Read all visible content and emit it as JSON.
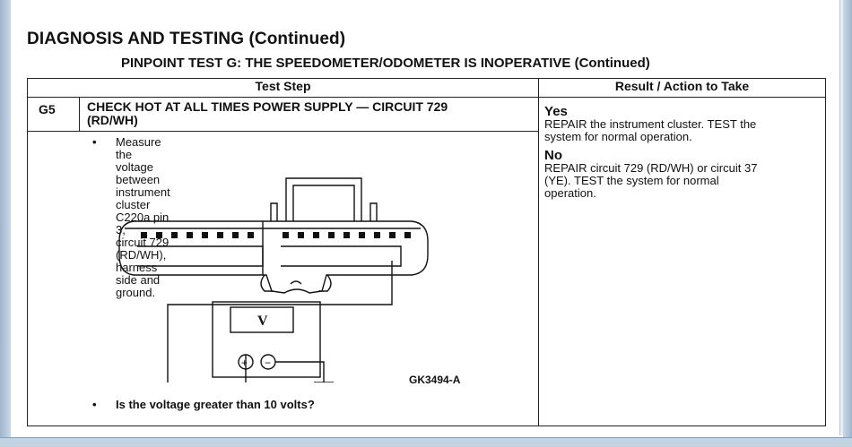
{
  "page": {
    "heading": "DIAGNOSIS AND TESTING (Continued)",
    "subheading": "PINPOINT TEST G: THE SPEEDOMETER/ODOMETER IS INOPERATIVE (Continued)"
  },
  "table": {
    "col_step": "Test Step",
    "col_result": "Result / Action to Take",
    "step_id": "G5",
    "step_title_line1": "CHECK HOT AT ALL TIMES POWER SUPPLY — CIRCUIT 729",
    "step_title_line2": "(RD/WH)",
    "bullet_dot": "•",
    "instruction_line1": "Measure the voltage between instrument cluster C220a pin 3,",
    "instruction_line2": "circuit 729 (RD/WH), harness side and ground.",
    "question": "Is the voltage greater than 10 volts?",
    "figure_id": "GK3494-A",
    "meter_label": "V",
    "meter_plus": "+",
    "meter_minus": "−"
  },
  "results": {
    "yes_label": "Yes",
    "yes_line1": "REPAIR the instrument cluster. TEST the",
    "yes_line2": "system for normal operation.",
    "no_label": "No",
    "no_line1": "REPAIR circuit 729 (RD/WH) or circuit 37",
    "no_line2": "(YE). TEST the system for normal",
    "no_line3": "operation."
  }
}
